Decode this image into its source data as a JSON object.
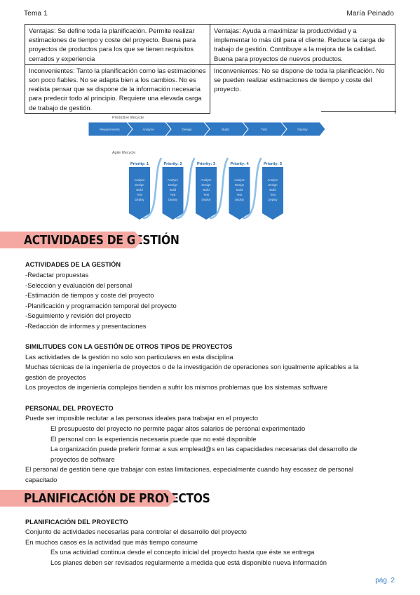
{
  "header": {
    "left": "Tema 1",
    "right": "María Peinado"
  },
  "comparison_table": {
    "rows": [
      [
        "Ventajas: Se define toda la planificación. Permite realizar estimaciones de tiempo y coste del proyecto. Buena para proyectos de productos para los que se tienen requisitos cerrados y experiencia",
        "Ventajas: Ayuda a maximizar la productividad y a implementar lo más útil para el cliente. Reduce la carga de trabajo de gestión. Contribuye a la mejora de la calidad. Buena para proyectos de nuevos productos."
      ],
      [
        "Inconvenientes: Tanto la planificación como las estimaciones son poco fiables. No se adapta bien a los cambios. No es realista pensar que se dispone de la información necesaria para predecir todo al principio. Requiere una elevada carga de trabajo de gestión.",
        "Inconvenientes: No se dispone de toda la planificación. No se pueden realizar estimaciones de tiempo y coste del proyecto."
      ]
    ]
  },
  "diagram": {
    "predictive_title": "Predictive lifecycle",
    "predictive_steps": [
      "Requirements",
      "Analyze",
      "Design",
      "Build",
      "Test",
      "Deploy"
    ],
    "agile_title": "Agile lifecycle",
    "priorities": [
      "Priority: 1",
      "Priority: 2",
      "Priority: 3",
      "Priority: 4",
      "Priority: 5"
    ],
    "agile_steps": [
      "Analyze",
      "Design",
      "Build",
      "Test",
      "Deploy"
    ],
    "colors": {
      "arrow": "#2f78c4",
      "arrow_text": "#dce9f7",
      "loop": "#8cc0e8"
    }
  },
  "section1": {
    "banner": "Actividades de gestión",
    "activities": {
      "heading": "ACTIVIDADES DE LA GESTIÓN",
      "items": [
        "-Redactar propuestas",
        "-Selección y evaluación del personal",
        "-Estimación de tiempos y coste del proyecto",
        "-Planificación y programación temporal del proyecto",
        "-Seguimiento y revisión del proyecto",
        "-Redacción de informes y presentaciones"
      ]
    },
    "similarities": {
      "heading": "SIMILITUDES CON LA GESTIÓN DE OTROS TIPOS DE PROYECTOS",
      "lines": [
        "Las actividades de la gestión no solo son particulares en esta disciplina",
        "Muchas técnicas de la ingeniería de proyectos o de la investigación de operaciones son igualmente aplicables a la",
        "gestión de proyectos",
        "Los proyectos de ingeniería complejos tienden a sufrir los mismos problemas que los sistemas software"
      ]
    },
    "staff": {
      "heading": "PERSONAL DEL PROYECTO",
      "intro": "Puede ser imposible reclutar a las personas ideales para trabajar en el proyecto",
      "points": [
        "El presupuesto del proyecto no permite pagar altos salarios de personal experimentado",
        "El personal con la experiencia necesaria puede que no esté disponible",
        "La organización puede preferir formar a sus emplead@s en las capacidades necesarias del desarrollo de",
        "proyectos de software"
      ],
      "outro": [
        "El personal de gestión tiene que trabajar con estas limitaciones, especialmente cuando hay escasez de personal",
        "capacitado"
      ]
    }
  },
  "section2": {
    "banner": "Planificación de proyectos",
    "planning": {
      "heading": "PLANIFICACIÓN DEL PROYECTO",
      "lines": [
        "Conjunto de actividades necesarias para controlar el desarrollo del proyecto",
        "En muchos casos es la actividad que más tiempo consume"
      ],
      "points": [
        "Es una actividad continua desde el concepto inicial del proyecto hasta que éste se entrega",
        "Los planes deben ser revisados regularmente a medida que está disponible nueva información"
      ]
    }
  },
  "footer": {
    "page": "pág. 2"
  }
}
